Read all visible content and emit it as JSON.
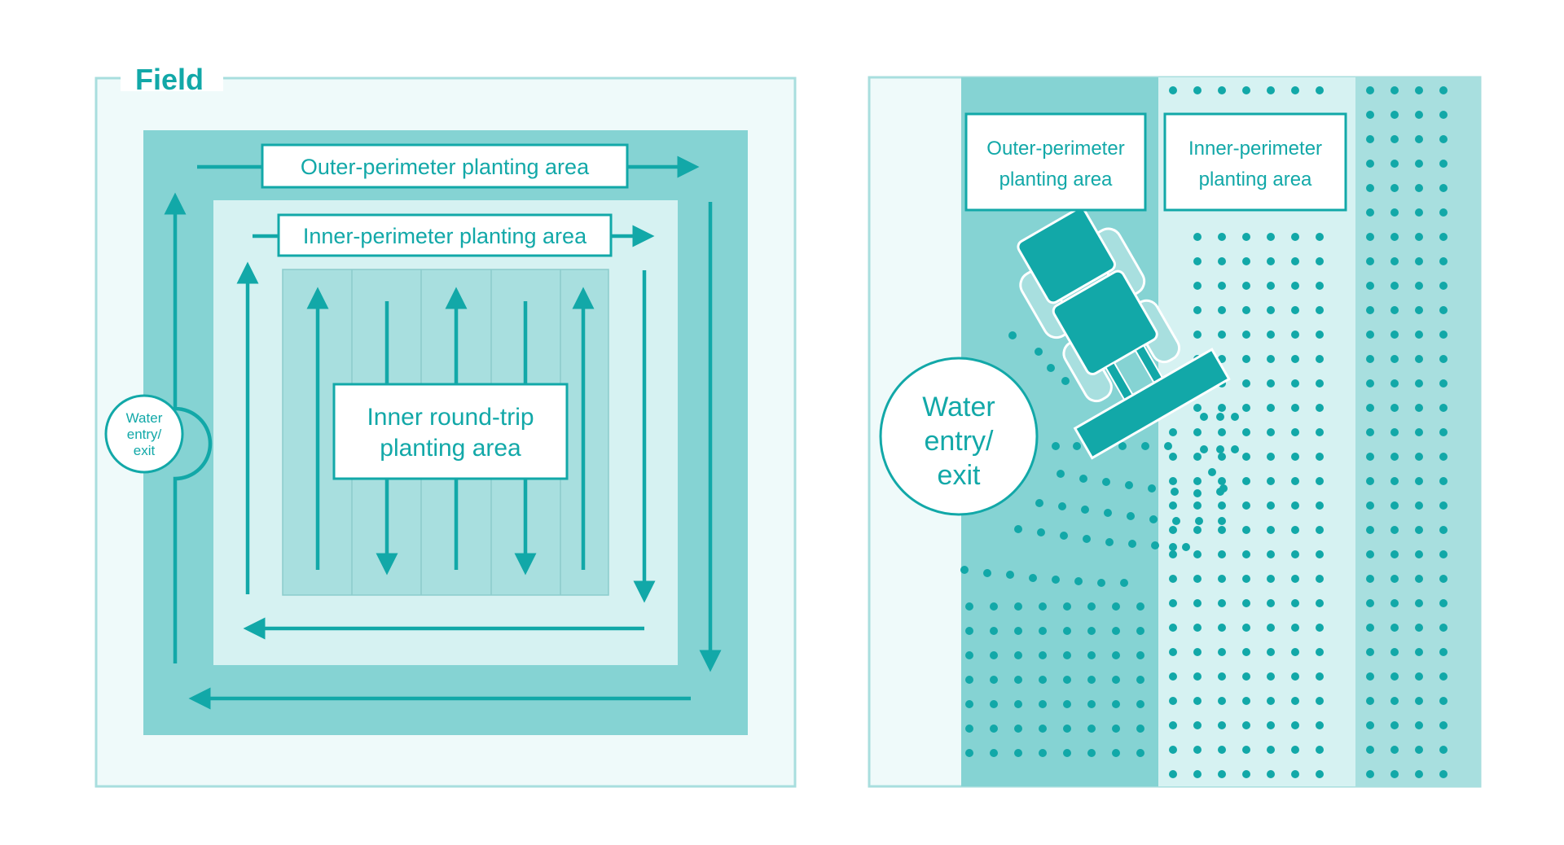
{
  "colors": {
    "teal_dark": "#12a8a8",
    "teal_mid": "#85d3d3",
    "teal_light": "#a8dfdf",
    "teal_pale": "#d6f2f2",
    "field_bg": "#effafa",
    "field_border": "#a8dede",
    "white": "#ffffff"
  },
  "left": {
    "field_title": "Field",
    "outer_label": "Outer-perimeter planting area",
    "inner_label": "Inner-perimeter planting area",
    "roundtrip_label_1": "Inner round-trip",
    "roundtrip_label_2": "planting area",
    "water_1": "Water",
    "water_2": "entry/",
    "water_3": "exit"
  },
  "right": {
    "outer_label_1": "Outer-perimeter",
    "outer_label_2": "planting area",
    "inner_label_1": "Inner-perimeter",
    "inner_label_2": "planting area",
    "water_1": "Water",
    "water_2": "entry/",
    "water_3": "exit"
  },
  "icons": {
    "machine": "rice-transplanter-icon"
  }
}
